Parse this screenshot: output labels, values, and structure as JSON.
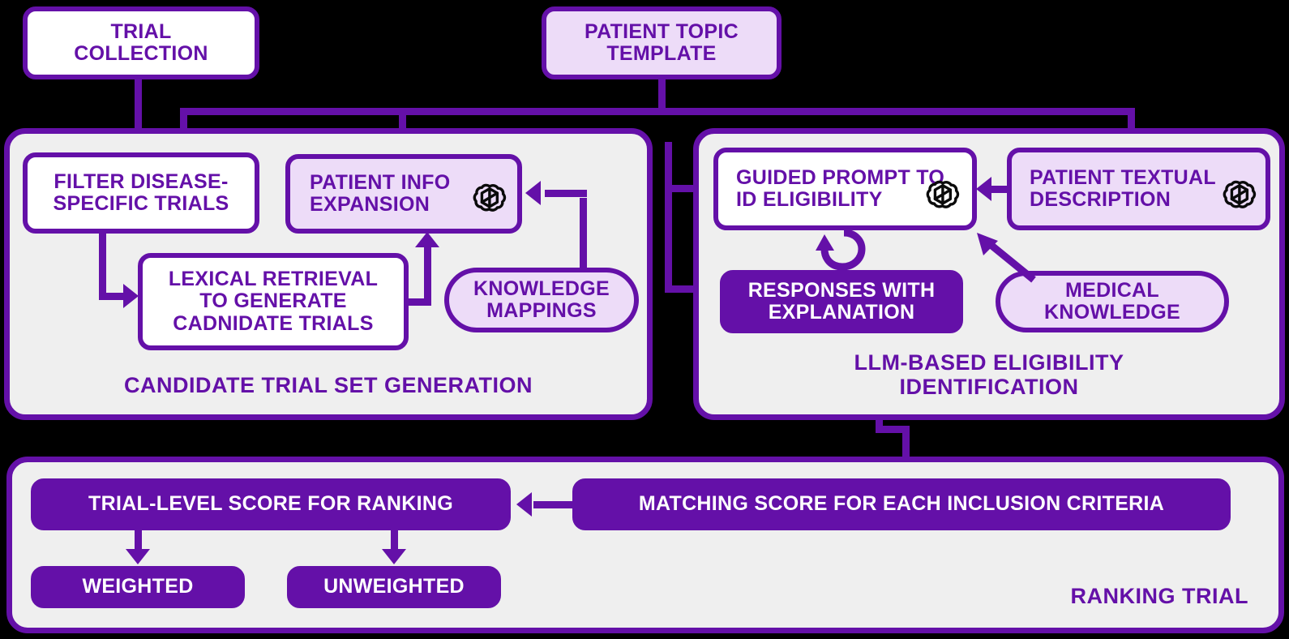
{
  "diagram": {
    "title": "Clinical trial patient matching pipeline",
    "colors": {
      "background": "#000000",
      "panel_fill": "#EFEFEF",
      "accent_purple": "#6410A8",
      "lavender_fill": "#EDDCF8",
      "white_fill": "#FFFFFF",
      "solid_text": "#FFFFFF"
    }
  },
  "top_nodes": {
    "trial_collection": "TRIAL\nCOLLECTION",
    "trial_collection_line1": "TRIAL",
    "trial_collection_line2": "COLLECTION",
    "patient_topic_template_line1": "PATIENT TOPIC",
    "patient_topic_template_line2": "TEMPLATE"
  },
  "panels": {
    "candidate": {
      "title": "CANDIDATE TRIAL SET GENERATION",
      "nodes": {
        "filter_line1": "FILTER DISEASE-",
        "filter_line2": "SPECIFIC TRIALS",
        "patient_info_line1": "PATIENT INFO",
        "patient_info_line2": "EXPANSION",
        "lexical_line1": "LEXICAL RETRIEVAL",
        "lexical_line2": "TO GENERATE",
        "lexical_line3": "CADNIDATE TRIALS",
        "knowledge_line1": "KNOWLEDGE",
        "knowledge_line2": "MAPPINGS"
      }
    },
    "llm": {
      "title_line1": "LLM-BASED ELIGIBILITY",
      "title_line2": "IDENTIFICATION",
      "nodes": {
        "guided_line1": "GUIDED PROMPT TO",
        "guided_line2": "ID ELIGIBILITY",
        "patient_text_line1": "PATIENT TEXTUAL",
        "patient_text_line2": "DESCRIPTION",
        "responses_line1": "RESPONSES WITH",
        "responses_line2": "EXPLANATION",
        "medical_line1": "MEDICAL",
        "medical_line2": "KNOWLEDGE"
      }
    },
    "ranking": {
      "title": "RANKING TRIAL",
      "nodes": {
        "trial_level_score": "TRIAL-LEVEL SCORE FOR RANKING",
        "matching_score": "MATCHING SCORE FOR EACH INCLUSION CRITERIA",
        "weighted": "WEIGHTED",
        "unweighted": "UNWEIGHTED"
      }
    }
  },
  "icons": {
    "openai_patient_info": "openai-logo-icon",
    "openai_guided_prompt": "openai-logo-icon",
    "openai_patient_text": "openai-logo-icon",
    "self_loop": "circular-refresh-arrow-icon"
  }
}
